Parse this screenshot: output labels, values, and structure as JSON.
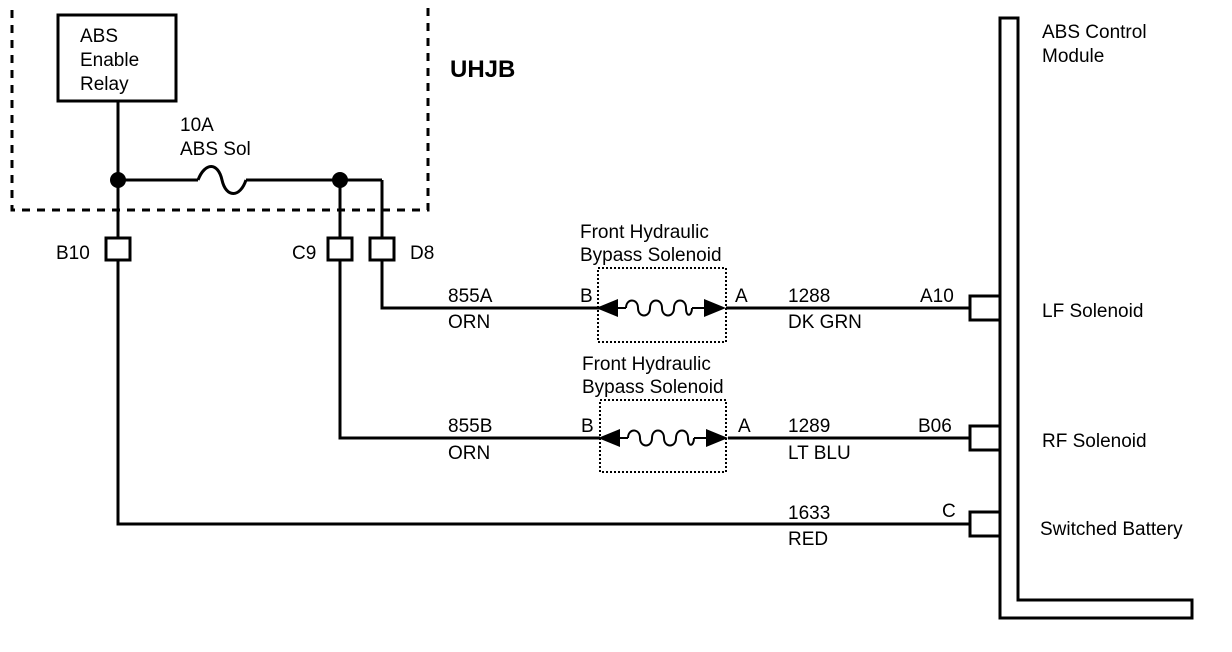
{
  "uhjb": {
    "label": "UHJB"
  },
  "relay": {
    "line1": "ABS",
    "line2": "Enable",
    "line3": "Relay"
  },
  "fuse": {
    "rating": "10A",
    "name": "ABS Sol"
  },
  "connectors": {
    "b10": "B10",
    "c9": "C9",
    "d8": "D8"
  },
  "module": {
    "title_line1": "ABS Control",
    "title_line2": "Module",
    "pins": [
      {
        "pin": "A10",
        "name": "LF Solenoid"
      },
      {
        "pin": "B06",
        "name": "RF Solenoid"
      },
      {
        "pin": "C",
        "name": "Switched Battery"
      }
    ]
  },
  "solenoids": [
    {
      "title_line1": "Front Hydraulic",
      "title_line2": "Bypass Solenoid",
      "term_b": "B",
      "term_a": "A"
    },
    {
      "title_line1": "Front Hydraulic",
      "title_line2": "Bypass Solenoid",
      "term_b": "B",
      "term_a": "A"
    }
  ],
  "wires": [
    {
      "circuit": "855A",
      "color": "ORN"
    },
    {
      "circuit": "1288",
      "color": "DK GRN"
    },
    {
      "circuit": "855B",
      "color": "ORN"
    },
    {
      "circuit": "1289",
      "color": "LT  BLU"
    },
    {
      "circuit": "1633",
      "color": "RED"
    }
  ]
}
